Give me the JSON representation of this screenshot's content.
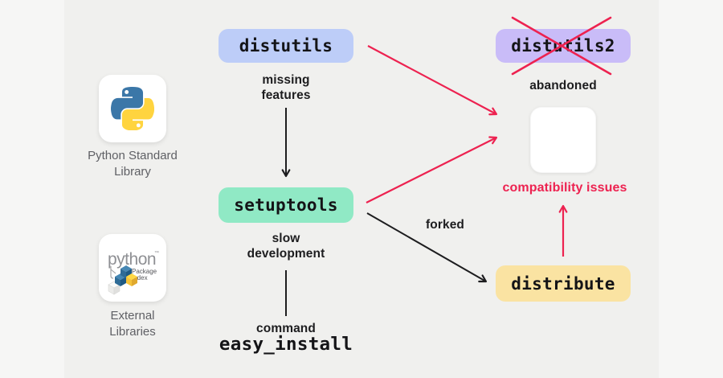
{
  "palette": {
    "background": "#f0f0ee",
    "red": "#ed2250",
    "ink": "#1d1d1f",
    "gray_label": "#5f6065",
    "white_card": "#ffffff"
  },
  "nodes": {
    "distutils": {
      "label": "distutils",
      "bg": "#bdcdf8"
    },
    "distutils2": {
      "label": "distutils2",
      "bg": "#c9bcf8",
      "status_mark": "crossed-out"
    },
    "setuptools": {
      "label": "setuptools",
      "bg": "#90e9c5"
    },
    "distribute": {
      "label": "distribute",
      "bg": "#fae3a2"
    },
    "easy_install": {
      "prefix": "command",
      "label": "easy_install"
    },
    "mystery_box": {
      "label": ""
    }
  },
  "captions": {
    "missing_features": "missing\nfeatures",
    "slow_development": "slow\ndevelopment",
    "abandoned": "abandoned",
    "compatibility_issues": "compatibility issues",
    "forked": "forked"
  },
  "legend": {
    "python_standard_library": "Python Standard\nLibrary",
    "external_libraries": "External\nLibraries"
  },
  "pypi_logo": {
    "wordmark": "python",
    "tm": "™",
    "subtitle_line1": "Package",
    "subtitle_line2": "Index"
  },
  "edges": [
    {
      "from": "distutils",
      "to": "setuptools",
      "label": "missing features",
      "color": "black",
      "style": "arrow"
    },
    {
      "from": "setuptools",
      "to": "easy_install",
      "label": "slow development",
      "color": "black",
      "style": "line"
    },
    {
      "from": "setuptools",
      "to": "distribute",
      "label": "forked",
      "color": "black",
      "style": "arrow"
    },
    {
      "from": "distutils",
      "to": "mystery_box",
      "label": "",
      "color": "red",
      "style": "arrow"
    },
    {
      "from": "setuptools",
      "to": "mystery_box",
      "label": "",
      "color": "red",
      "style": "arrow"
    },
    {
      "from": "distribute",
      "to": "compatibility_issues",
      "label": "",
      "color": "red",
      "style": "arrow"
    },
    {
      "on": "distutils2",
      "mark": "red-x",
      "caption": "abandoned"
    }
  ]
}
